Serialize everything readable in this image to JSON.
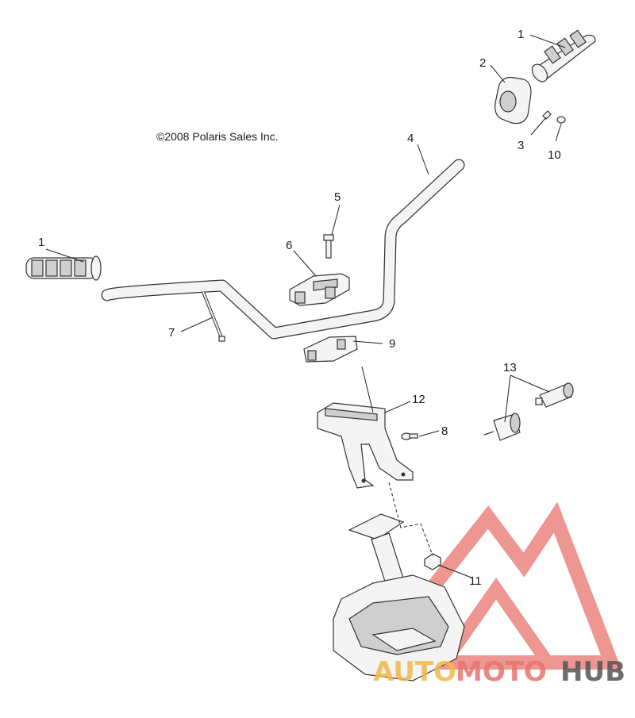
{
  "copyright": "©2008 Polaris Sales Inc.",
  "callouts": {
    "c1_right": "1",
    "c1_left": "1",
    "c2": "2",
    "c3": "3",
    "c4": "4",
    "c5": "5",
    "c6": "6",
    "c7": "7",
    "c8": "8",
    "c9": "9",
    "c10": "10",
    "c11": "11",
    "c12": "12",
    "c13": "13"
  },
  "watermark": {
    "part1": "AUTO",
    "part2": "MOTO",
    "part3": "HUB",
    "colors": {
      "auto": "#f2b84a",
      "moto": "#e8746e",
      "hub": "#555555",
      "logo": "#e8746e"
    }
  }
}
